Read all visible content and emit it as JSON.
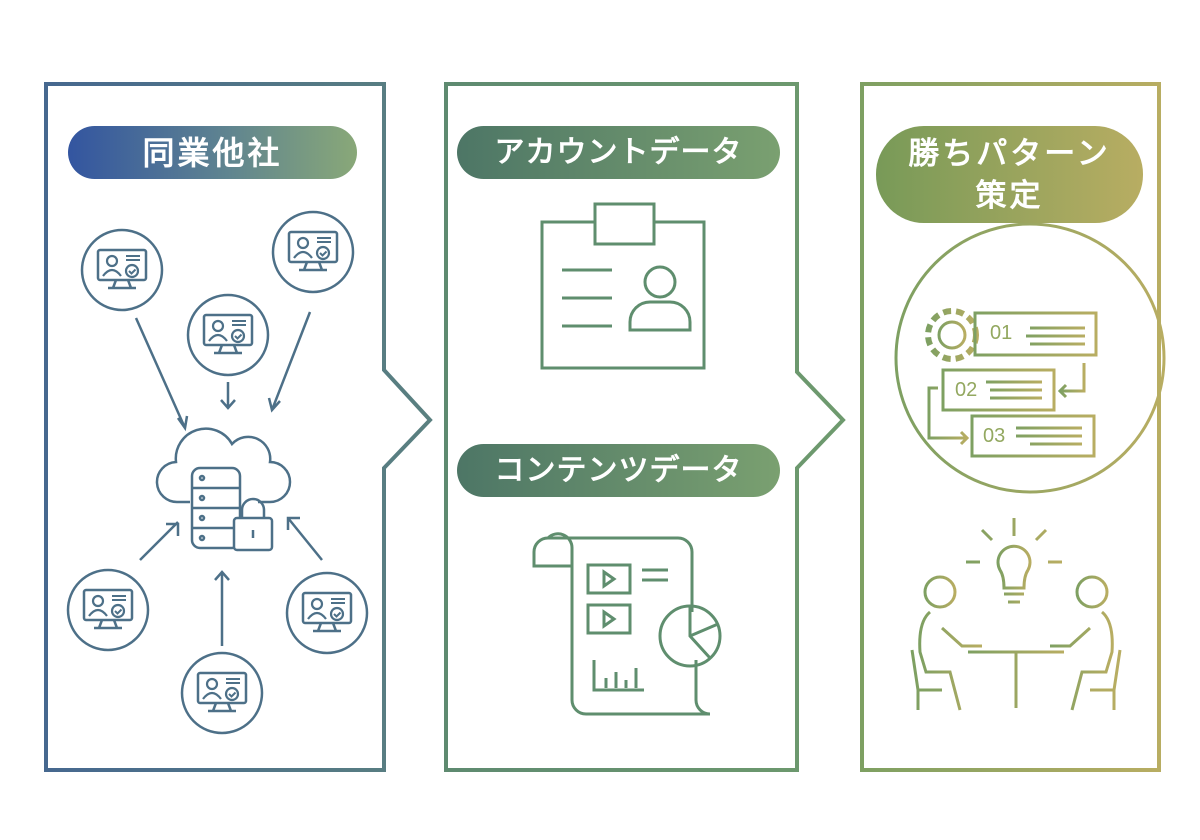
{
  "panels": {
    "competitors": {
      "label": "同業他社"
    },
    "data": {
      "account_label": "アカウントデータ",
      "content_label": "コンテンツデータ"
    },
    "winning": {
      "label_line1": "勝ちパターン",
      "label_line2": "策定",
      "steps": [
        "01",
        "02",
        "03"
      ]
    }
  },
  "colors": {
    "blue": "#3355a0",
    "teal": "#4d7666",
    "green": "#7aa070",
    "olive": "#b8ad62"
  }
}
